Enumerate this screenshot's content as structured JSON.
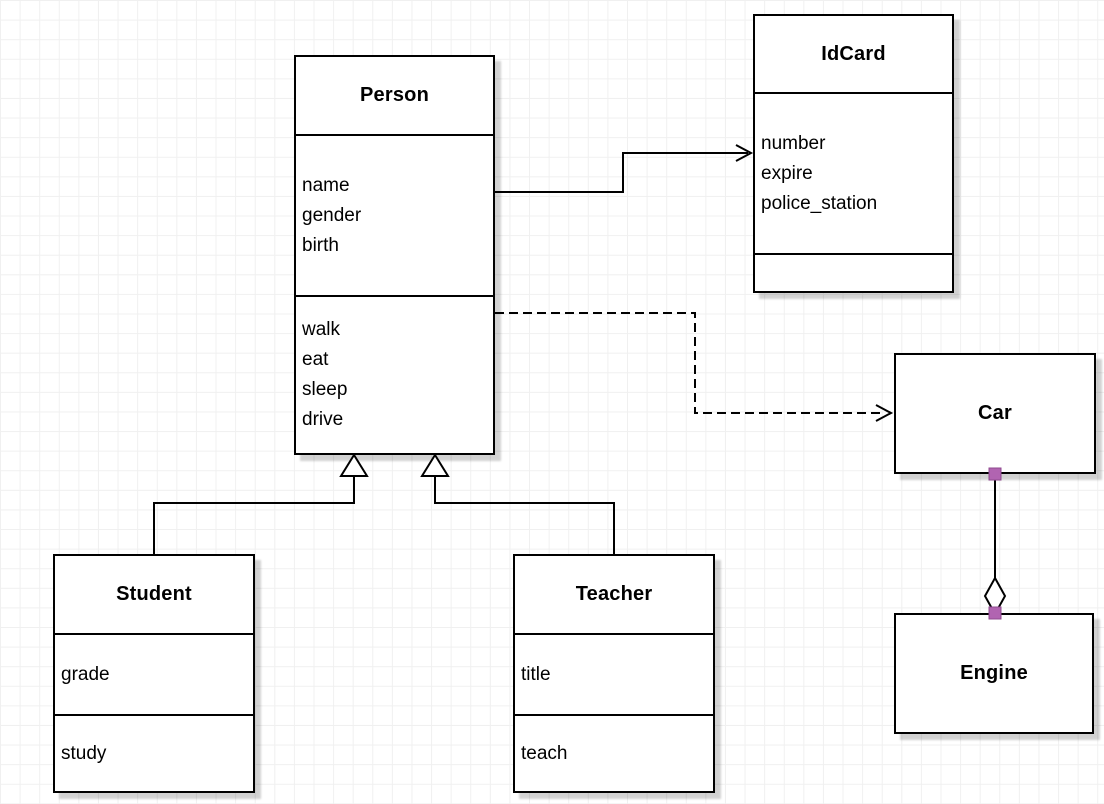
{
  "diagram": {
    "type": "uml-class-diagram",
    "classes": [
      {
        "id": "person",
        "title": "Person",
        "attributes": [
          "name",
          "gender",
          "birth"
        ],
        "methods": [
          "walk",
          "eat",
          "sleep",
          "drive"
        ]
      },
      {
        "id": "idcard",
        "title": "IdCard",
        "attributes": [
          "number",
          "expire",
          "police_station"
        ],
        "methods": []
      },
      {
        "id": "car",
        "title": "Car",
        "attributes": [],
        "methods": []
      },
      {
        "id": "engine",
        "title": "Engine",
        "attributes": [],
        "methods": []
      },
      {
        "id": "student",
        "title": "Student",
        "attributes": [
          "grade"
        ],
        "methods": [
          "study"
        ]
      },
      {
        "id": "teacher",
        "title": "Teacher",
        "attributes": [
          "title"
        ],
        "methods": [
          "teach"
        ]
      }
    ],
    "relationships": [
      {
        "from": "Person",
        "to": "IdCard",
        "type": "association",
        "line": "solid",
        "arrow": "open-arrow"
      },
      {
        "from": "Person",
        "to": "Car",
        "type": "dependency",
        "line": "dashed",
        "arrow": "open-arrow"
      },
      {
        "from": "Student",
        "to": "Person",
        "type": "generalization",
        "line": "solid",
        "arrow": "hollow-triangle"
      },
      {
        "from": "Teacher",
        "to": "Person",
        "type": "generalization",
        "line": "solid",
        "arrow": "hollow-triangle"
      },
      {
        "from": "Car",
        "to": "Engine",
        "type": "aggregation",
        "line": "solid",
        "arrow": "hollow-diamond",
        "endpoint_markers": "selected"
      }
    ],
    "colors": {
      "background": "#ffffff",
      "grid_line": "#f0f0f0",
      "box_fill": "#ffffff",
      "box_border": "#000000",
      "text": "#000000",
      "shadow": "#cccccc",
      "endpoint_marker": "#b164b1"
    }
  }
}
